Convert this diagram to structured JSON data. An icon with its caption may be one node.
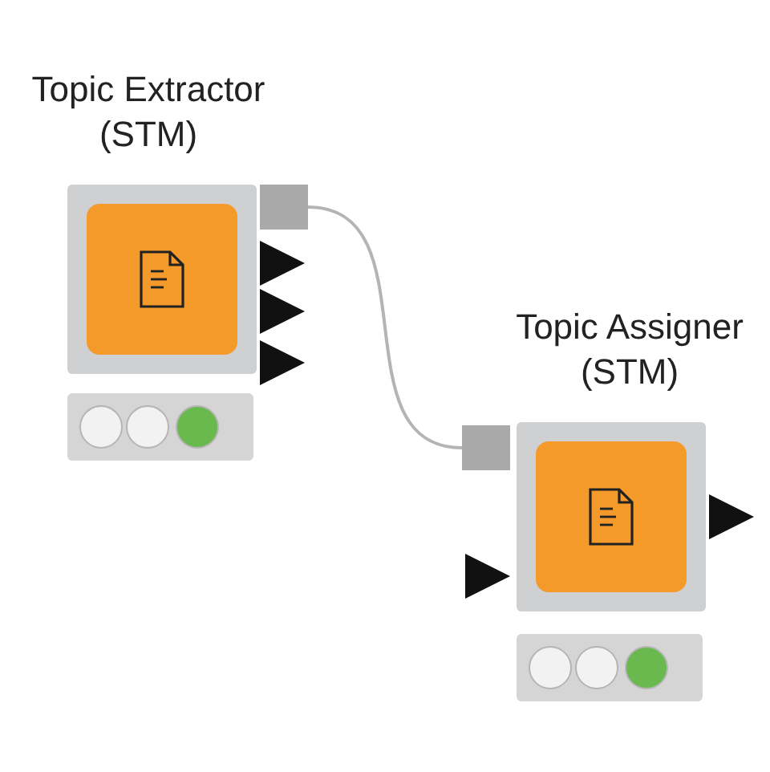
{
  "diagram": {
    "nodes": [
      {
        "text": [
          "Topic Extractor (STM)"
        ]
      },
      {
        "text": [
          "Topic Assigner (STM)"
        ]
      }
    ],
    "edges": [
      {
        "from": 0,
        "to": 1,
        "arrow": "none"
      }
    ]
  }
}
